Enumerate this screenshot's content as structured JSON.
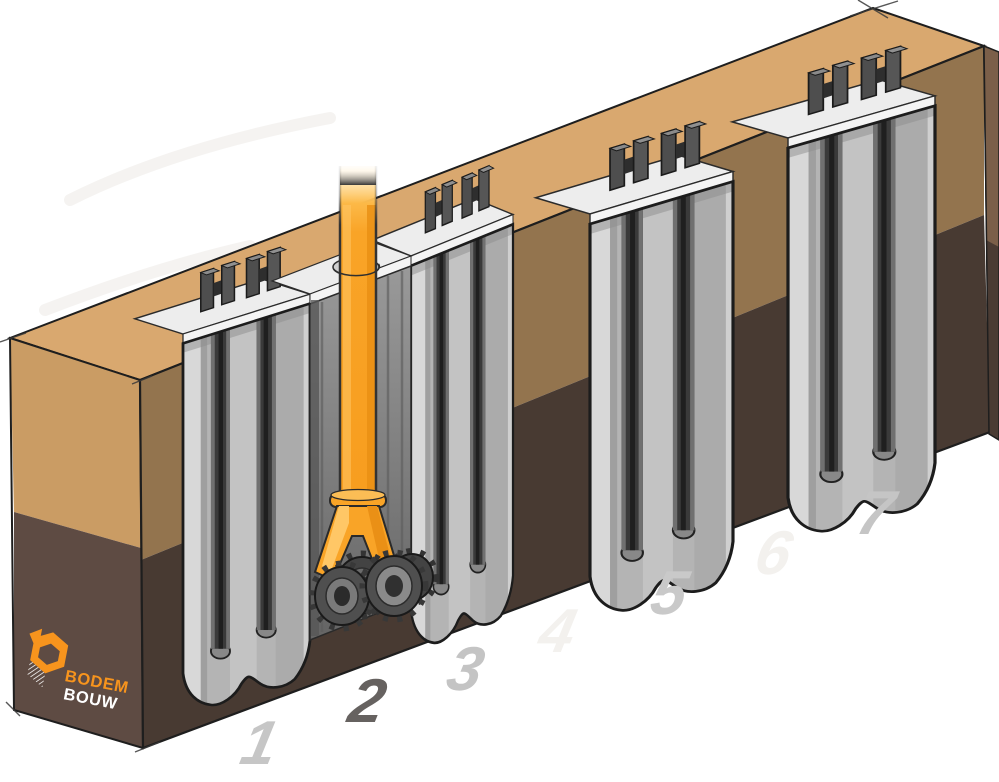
{
  "diagram": {
    "kind": "soilmix-wall-construction-sequence",
    "panel_numbers": [
      {
        "label": "1",
        "color": "#c6c6c6"
      },
      {
        "label": "2",
        "color": "#666260"
      },
      {
        "label": "3",
        "color": "#c4c4c4"
      },
      {
        "label": "4",
        "color": "#f3f1ee"
      },
      {
        "label": "5",
        "color": "#c9c9c9"
      },
      {
        "label": "6",
        "color": "#f3f1ee"
      },
      {
        "label": "7",
        "color": "#c5c5c5"
      }
    ]
  },
  "logo": {
    "line1": "BODEM",
    "line2": "BOUW",
    "color1": "#f7941d",
    "color2": "#ffffff"
  },
  "icons": {
    "logo_icon": "bodembouw-hexagon-b-icon",
    "machine_icon": "soilmix-cutter-machine",
    "beam_icon": "steel-h-beam"
  },
  "colors": {
    "soil_top": "#d9a86f",
    "soil_front_upper": "#93744e",
    "soil_front_lower": "#483a32",
    "soil_end_upper": "#ca9c64",
    "soil_end_lower": "#5e4b43",
    "soil_right_sliver": "#7b5f49",
    "panel_concrete": "#b4b4b4",
    "guide_wall": "#ededed",
    "steel_dark": "#3a3a3a",
    "trench_gray": "#8a8a8a",
    "machine_orange": "#f9a427",
    "outline": "#1c1c1c"
  }
}
